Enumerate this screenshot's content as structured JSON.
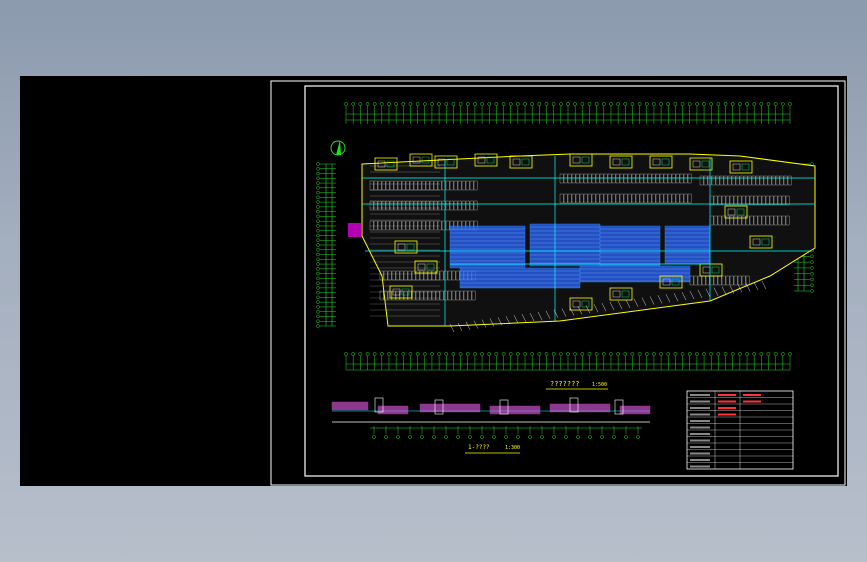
{
  "drawing": {
    "plan_title": "???????",
    "plan_scale": "1:500",
    "section_title": "1-????",
    "section_scale": "1:300",
    "north_symbol": "north-arrow"
  },
  "colors": {
    "canvas": "#000000",
    "frame": "#ffffff",
    "axis_grid": "#22dd22",
    "walls": "#ffff00",
    "parking": "#c8c8c8",
    "pipes": "#2a66ff",
    "ducts": "#00ffff",
    "section": "#ff66ff",
    "table_text": "#ff3333"
  }
}
